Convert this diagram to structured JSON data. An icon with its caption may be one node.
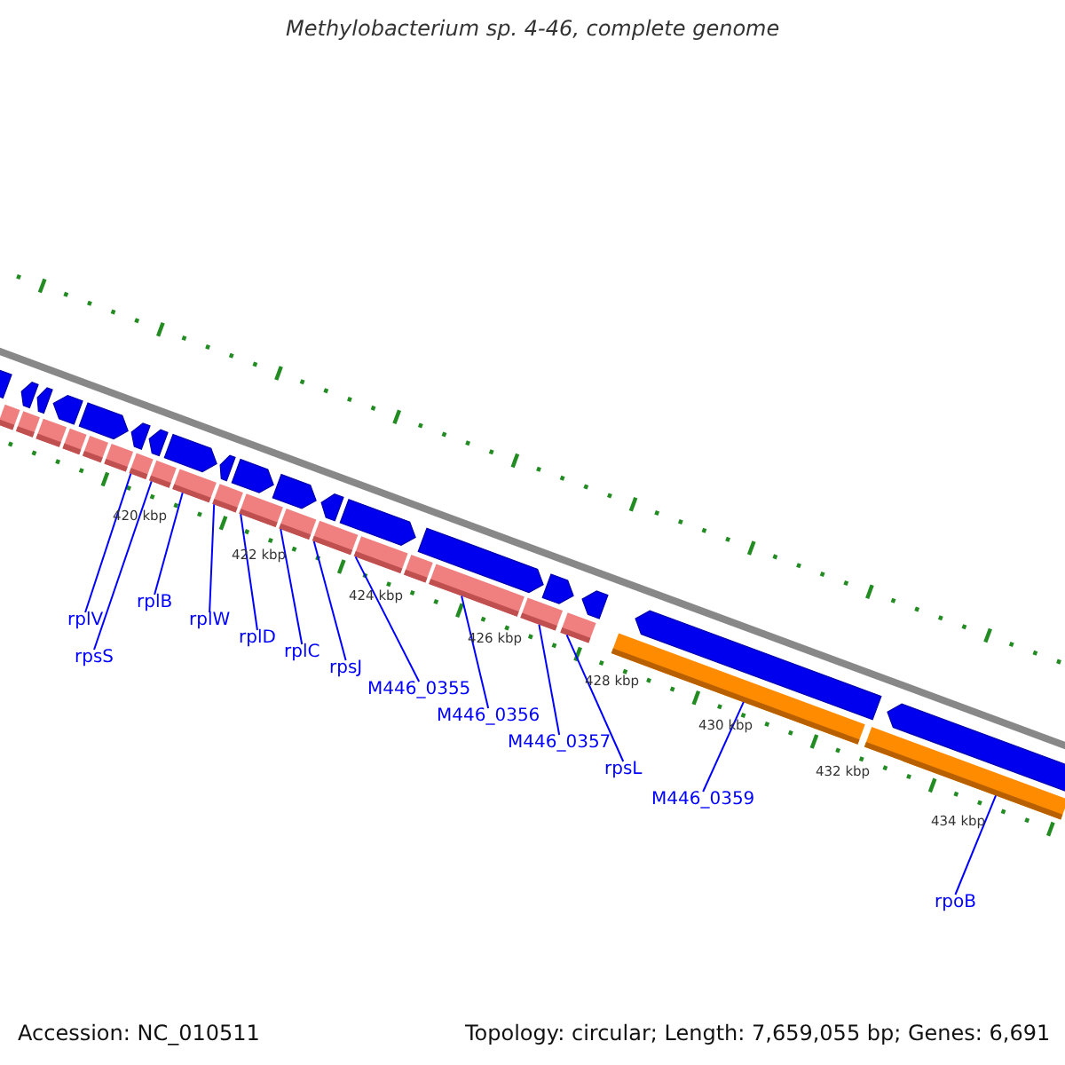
{
  "diagram": {
    "title": "Methylobacterium sp. 4-46, complete genome",
    "nodes": [
      {
        "text": [
          "rplV"
        ]
      },
      {
        "text": [
          "rpsS"
        ]
      },
      {
        "text": [
          "rplB"
        ]
      },
      {
        "text": [
          "rplW"
        ]
      },
      {
        "text": [
          "rplD"
        ]
      },
      {
        "text": [
          "rplC"
        ]
      },
      {
        "text": [
          "rpsJ"
        ]
      },
      {
        "text": [
          "M446_0355"
        ]
      },
      {
        "text": [
          "M446_0356"
        ]
      },
      {
        "text": [
          "M446_0357"
        ]
      },
      {
        "text": [
          "rpsL"
        ]
      },
      {
        "text": [
          "M446_0359"
        ]
      },
      {
        "text": [
          "rpoB"
        ]
      },
      {
        "text": [],
        "shape": "bar"
      },
      {
        "text": [],
        "shape": "bar"
      },
      {
        "text": [],
        "shape": "bar"
      },
      {
        "text": [],
        "shape": "bar"
      },
      {
        "text": [],
        "shape": "bar"
      },
      {
        "text": [],
        "shape": "bar"
      },
      {
        "text": [],
        "shape": "bar"
      },
      {
        "text": [],
        "shape": "bar"
      },
      {
        "text": [],
        "shape": "bar"
      },
      {
        "text": [],
        "shape": "bar"
      },
      {
        "text": [],
        "shape": "bar"
      },
      {
        "text": [],
        "shape": "bar"
      },
      {
        "text": [],
        "shape": "bar"
      },
      {
        "text": [],
        "shape": "bar"
      },
      {
        "text": [],
        "shape": "bar"
      },
      {
        "text": [],
        "shape": "bar"
      },
      {
        "text": [],
        "shape": "bar"
      },
      {
        "text": [],
        "shape": "bar"
      },
      {
        "text": [],
        "shape": "bar"
      },
      {
        "text": [],
        "shape": "bar"
      }
    ],
    "edges": [
      {
        "from": 0,
        "to": 19,
        "arrow": "none"
      },
      {
        "from": 1,
        "to": 20,
        "arrow": "none"
      },
      {
        "from": 2,
        "to": 21,
        "arrow": "none"
      },
      {
        "from": 3,
        "to": 22,
        "arrow": "none"
      },
      {
        "from": 4,
        "to": 23,
        "arrow": "none"
      },
      {
        "from": 5,
        "to": 24,
        "arrow": "none"
      },
      {
        "from": 6,
        "to": 25,
        "arrow": "none"
      },
      {
        "from": 7,
        "to": 26,
        "arrow": "none"
      },
      {
        "from": 8,
        "to": 28,
        "arrow": "none"
      },
      {
        "from": 9,
        "to": 29,
        "arrow": "none"
      },
      {
        "from": 10,
        "to": 30,
        "arrow": "none"
      },
      {
        "from": 11,
        "to": 31,
        "arrow": "none"
      },
      {
        "from": 12,
        "to": 32,
        "arrow": "none"
      }
    ],
    "labels": [
      "420 kbp",
      "422 kbp",
      "424 kbp",
      "426 kbp",
      "428 kbp",
      "430 kbp",
      "432 kbp",
      "434 kbp",
      "Accession: NC_010511",
      "Topology: circular; Length: 7,659,055 bp; Genes: 6,691"
    ]
  }
}
